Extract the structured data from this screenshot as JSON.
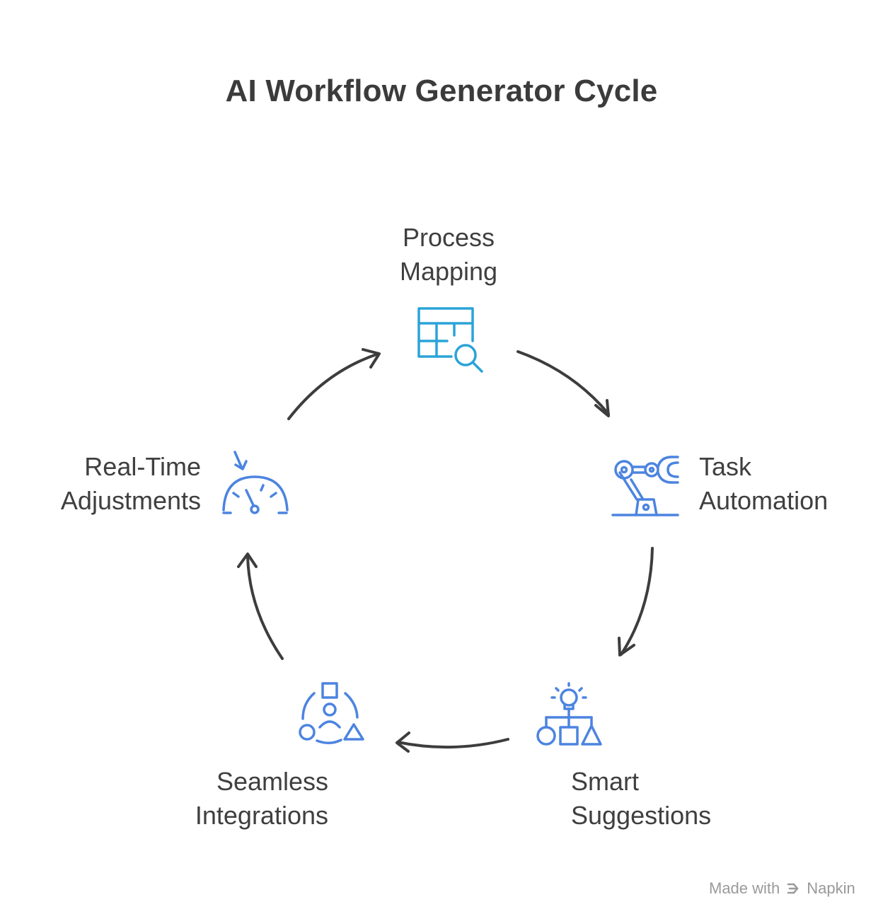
{
  "title": "AI Workflow Generator Cycle",
  "accent_colors": {
    "teal": "#2aa3d8",
    "blue": "#4c84e0",
    "arrow": "#3d3d3d"
  },
  "steps": [
    {
      "line1": "Process",
      "line2": "Mapping",
      "icon": "table-search-icon"
    },
    {
      "line1": "Task",
      "line2": "Automation",
      "icon": "robot-arm-icon"
    },
    {
      "line1": "Smart",
      "line2": "Suggestions",
      "icon": "lightbulb-shapes-icon"
    },
    {
      "line1": "Seamless",
      "line2": "Integrations",
      "icon": "person-shapes-cycle-icon"
    },
    {
      "line1": "Real-Time",
      "line2": "Adjustments",
      "icon": "gauge-icon"
    }
  ],
  "footer": {
    "made_with": "Made with",
    "brand": "Napkin"
  }
}
